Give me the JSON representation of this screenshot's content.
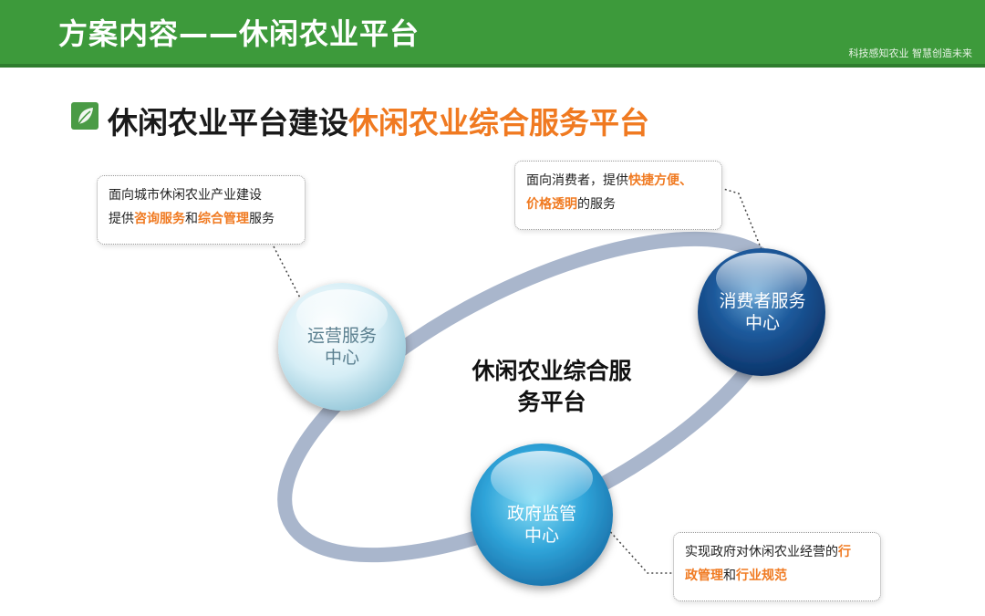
{
  "header": {
    "title": "方案内容——休闲农业平台",
    "slogan": "科技感知农业  智慧创造未来"
  },
  "section": {
    "title_prefix": "休闲农业平台建设",
    "title_highlight": "休闲农业综合服务平台",
    "icon": "leaf-icon"
  },
  "center": {
    "line1": "休闲农业综合服",
    "line2": "务平台"
  },
  "nodes": {
    "ops": {
      "line1": "运营服务",
      "line2": "中心"
    },
    "consumer": {
      "line1": "消费者服务",
      "line2": "中心"
    },
    "gov": {
      "line1": "政府监管",
      "line2": "中心"
    }
  },
  "callouts": {
    "ops": {
      "line1": "面向城市休闲农业产业建设",
      "pre": "提供",
      "hl1": "咨询服务",
      "mid": "和",
      "hl2": "综合管理",
      "post": "服务"
    },
    "consumer": {
      "line1_pre": "面向消费者，提供",
      "line1_hl": "快捷方便、",
      "line2_hl": "价格透明",
      "line2_post": "的服务"
    },
    "gov": {
      "line1_pre": "实现政府对休闲农业经营的",
      "line1_hl": "行",
      "line2_hl1": "政管理",
      "line2_mid": "和",
      "line2_hl2": "行业规范"
    }
  },
  "colors": {
    "header_green": "#3d9a3b",
    "highlight_orange": "#f07a21",
    "ring": "#a9b6cc"
  }
}
